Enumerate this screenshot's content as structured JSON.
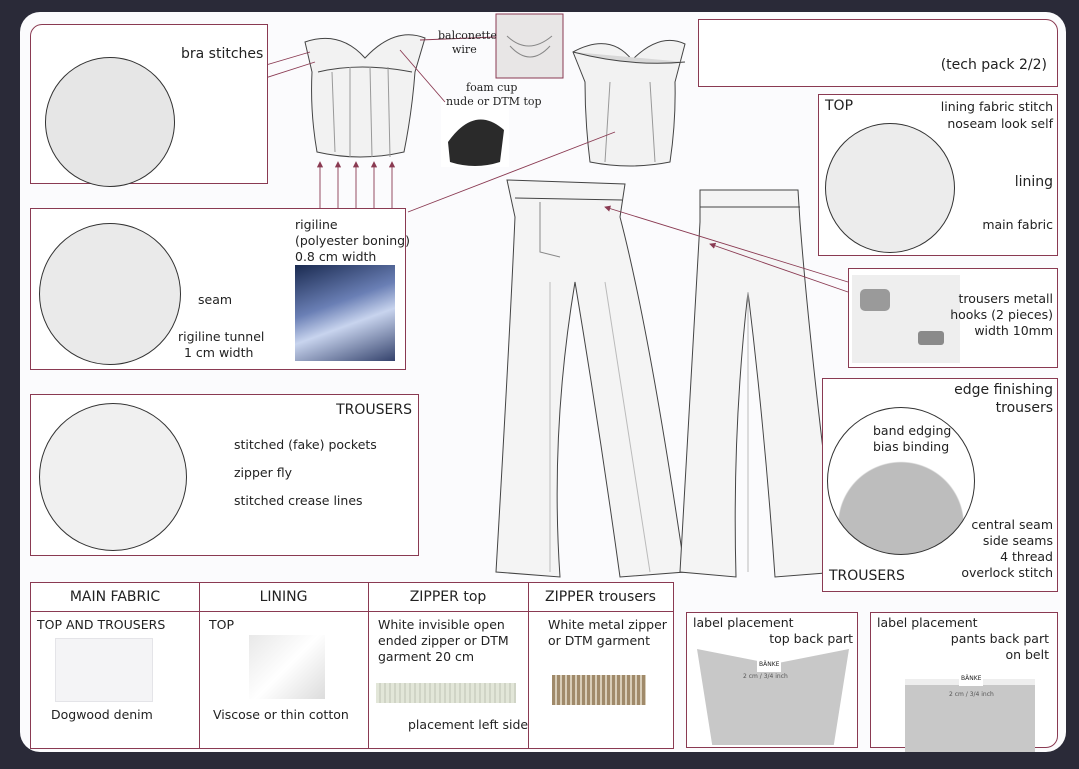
{
  "title": "(tech pack 2/2)",
  "bra_stitches": "bra stitches",
  "balconette": {
    "line1": "balconette",
    "line2": "wire"
  },
  "foam_cup": {
    "line1": "foam cup",
    "line2": "nude or DTM top"
  },
  "top_panel": {
    "title": "TOP",
    "note1": "lining fabric stitch",
    "note2": "noseam look self",
    "lining": "lining",
    "main_fabric": "main fabric"
  },
  "rigiline": {
    "line1": "rigiline",
    "line2": "(polyester boning)",
    "line3": "0.8 cm width",
    "seam": "seam",
    "tunnel1": "rigiline tunnel",
    "tunnel2": "1 cm width"
  },
  "hooks": {
    "line1": "trousers metall",
    "line2": "hooks (2 pieces)",
    "line3": "width 10mm"
  },
  "trousers_detail": {
    "title": "TROUSERS",
    "pockets": "stitched (fake) pockets",
    "zipper": "zipper fly",
    "crease": "stitched crease lines"
  },
  "edge": {
    "title1": "edge finishing",
    "title2": "trousers",
    "band": "band edging",
    "bias": "bias binding",
    "seam1": "central seam",
    "seam2": "side seams",
    "seam3": "4 thread",
    "seam4": "overlock stitch",
    "trousers": "TROUSERS"
  },
  "materials": {
    "main_fabric": {
      "header": "MAIN FABRIC",
      "sub": "TOP AND TROUSERS",
      "name": "Dogwood denim"
    },
    "lining": {
      "header": "LINING",
      "sub": "TOP",
      "name": "Viscose or thin cotton"
    },
    "zipper_top": {
      "header": "ZIPPER top",
      "l1": "White invisible open",
      "l2": "ended zipper or DTM",
      "l3": "garment 20 cm",
      "note": "placement left side"
    },
    "zipper_trousers": {
      "header": "ZIPPER trousers",
      "l1": "White metal zipper",
      "l2": "or DTM garment"
    }
  },
  "label_top": {
    "l1": "label placement",
    "l2": "top back part",
    "measure": "2 cm / 3/4 inch",
    "brand": "BÄNKE"
  },
  "label_pants": {
    "l1": "label placement",
    "l2": "pants back part",
    "l3": "on belt",
    "measure": "2 cm / 3/4 inch",
    "brand": "BÄNKE"
  }
}
